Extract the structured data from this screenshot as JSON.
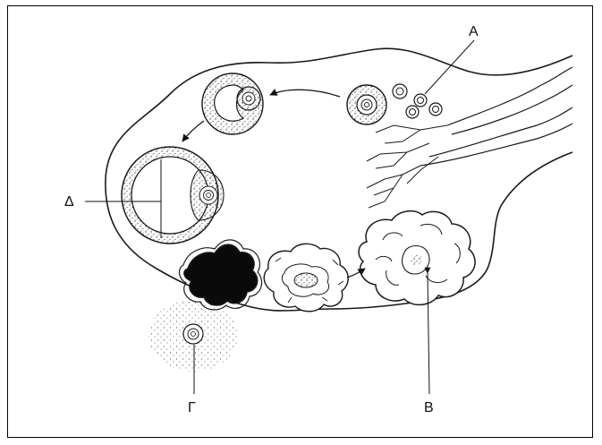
{
  "diagram": {
    "labels": {
      "A": "A",
      "B": "B",
      "Gamma": "Γ",
      "Delta": "Δ"
    },
    "colors": {
      "line": "#1a1a1a",
      "stipple": "#555555",
      "corpus_luteum_dark": "#0a0a0a",
      "background": "#ffffff"
    }
  }
}
